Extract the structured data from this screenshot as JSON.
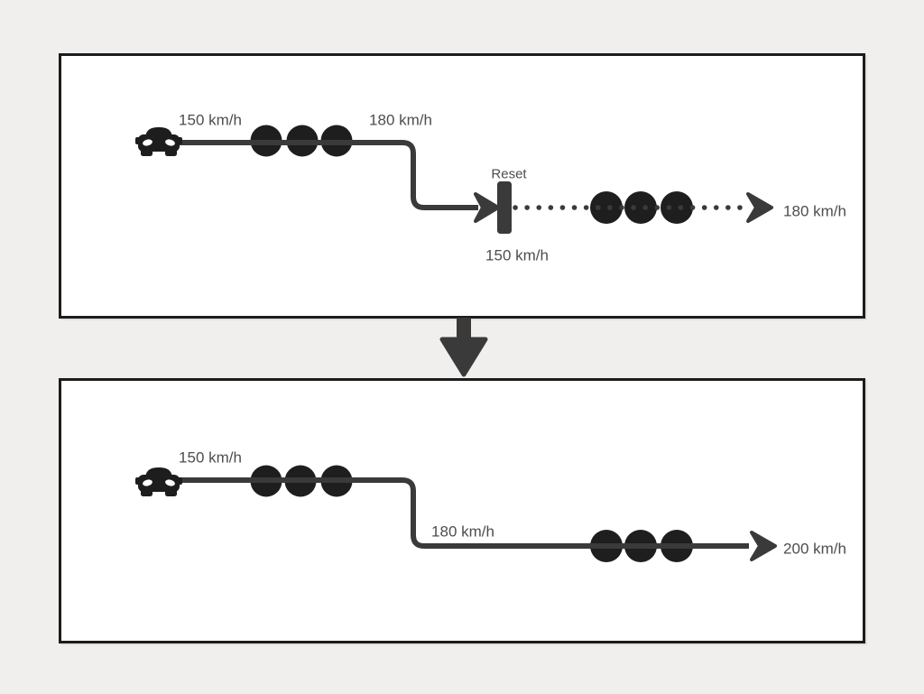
{
  "colors": {
    "background": "#f0efee",
    "panel_background": "#ffffff",
    "panel_border": "#1c1c1c",
    "stroke": "#3a3a3a",
    "node_fill": "#1e1e1e",
    "label_text": "#4d4d4d"
  },
  "icons": {
    "car": "car-icon",
    "arrowhead": "arrowhead-icon",
    "down_arrow": "arrow-down-icon",
    "reset_marker": "reset-marker"
  },
  "panel_top": {
    "start_speed": "150 km/h",
    "set_speed": "180 km/h",
    "reset_title": "Reset",
    "reset_speed": "150 km/h",
    "resume_speed": "180 km/h"
  },
  "panel_bottom": {
    "start_speed": "150 km/h",
    "set_speed": "180 km/h",
    "end_speed": "200 km/h"
  }
}
